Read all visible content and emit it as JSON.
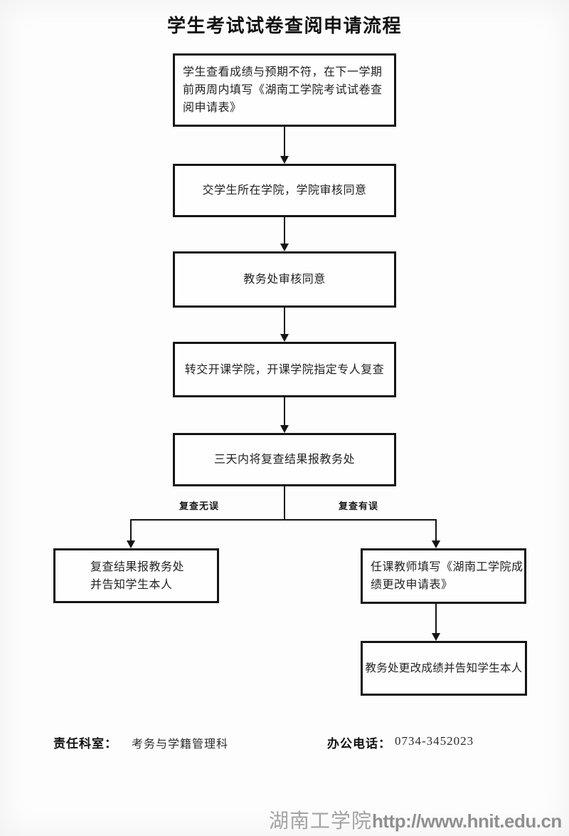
{
  "header": {
    "title": "学生考试试卷查阅申请流程"
  },
  "flowchart": {
    "step1": {
      "lines": [
        "学生查看成绩与预期不符，在下一学期",
        "前两周内填写《湖南工学院考试试卷查",
        "阅申请表》"
      ]
    },
    "step2": {
      "text": "交学生所在学院，学院审核同意"
    },
    "step3": {
      "text": "教务处审核同意"
    },
    "step4": {
      "text": "转交开课学院，开课学院指定专人复查"
    },
    "step5": {
      "text": "三天内将复查结果报教务处"
    },
    "branch": {
      "no_error_label": "复查无误",
      "has_error_label": "复查有误"
    },
    "left_result": {
      "lines": [
        "复查结果报教务处",
        "并告知学生本人"
      ]
    },
    "right_step1": {
      "lines": [
        "任课教师填写《湖南工学院成",
        "绩更改申请表》"
      ]
    },
    "right_step2": {
      "text": "教务处更改成绩并告知学生本人"
    }
  },
  "info": {
    "dept_label": "责任科室：",
    "dept_value": "考务与学籍管理科",
    "phone_label": "办公电话：",
    "phone_value": "0734-3452023"
  },
  "footer": {
    "site_cn": "湖南工学院",
    "site_url": "http://www.hnit.edu.cn"
  },
  "colors": {
    "box_border": "#141414",
    "connector": "#141414",
    "text": "#222222",
    "watermark_gray": "#9b9b9b"
  }
}
